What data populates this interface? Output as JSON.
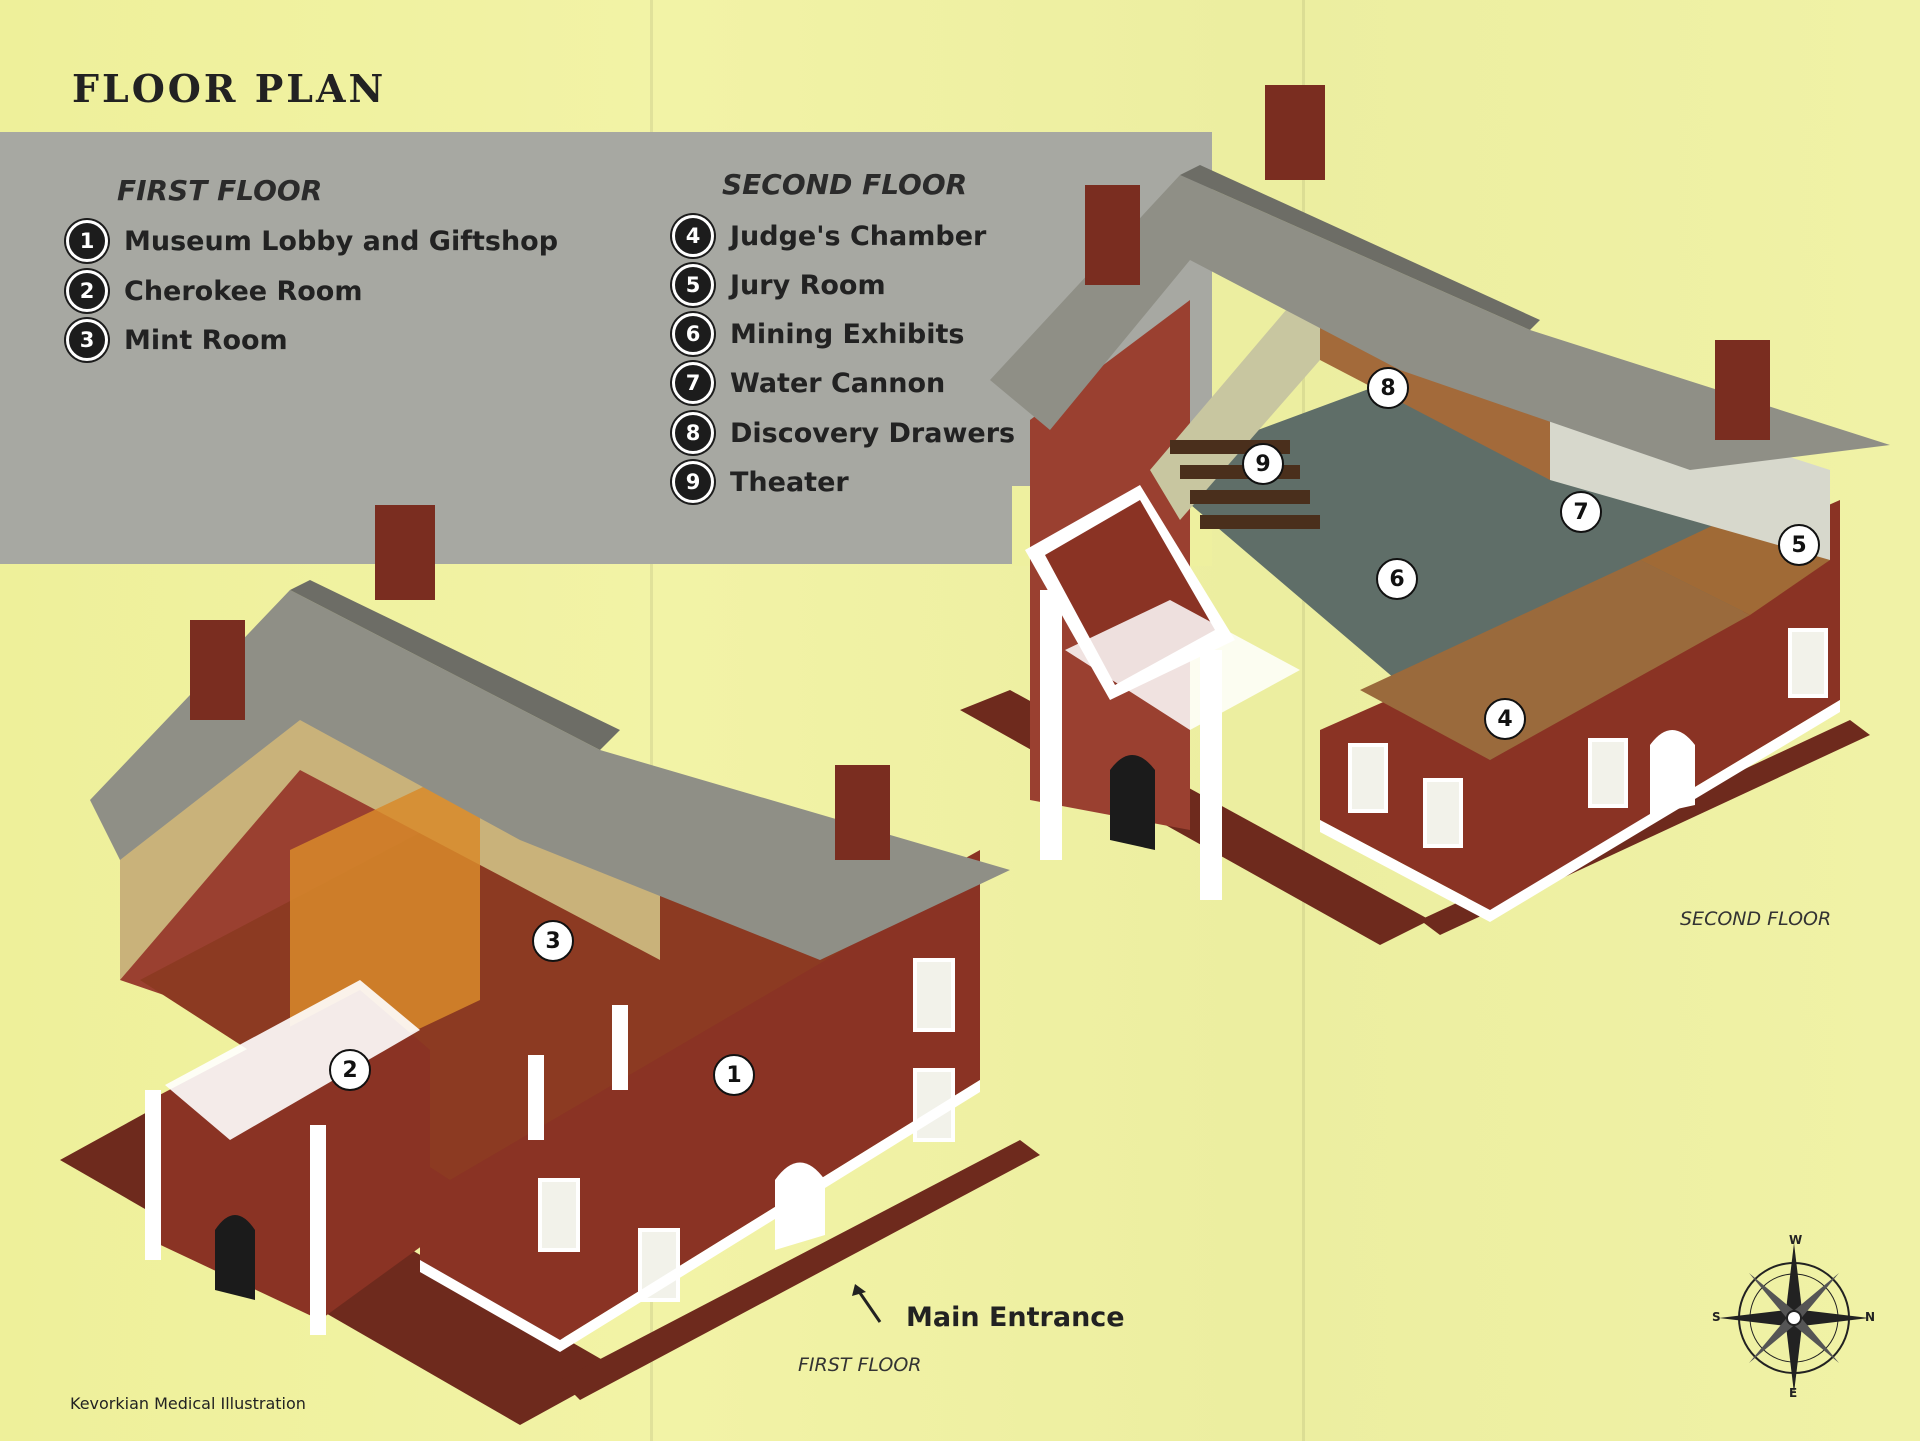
{
  "title": "FLOOR PLAN",
  "first_floor": {
    "heading": "FIRST FLOOR",
    "items": [
      {
        "number": "1",
        "label": "Museum Lobby and Giftshop"
      },
      {
        "number": "2",
        "label": "Cherokee Room"
      },
      {
        "number": "3",
        "label": "Mint Room"
      }
    ]
  },
  "second_floor": {
    "heading": "SECOND FLOOR",
    "items": [
      {
        "number": "4",
        "label": "Judge's Chamber"
      },
      {
        "number": "5",
        "label": "Jury Room"
      },
      {
        "number": "6",
        "label": "Mining Exhibits"
      },
      {
        "number": "7",
        "label": "Water Cannon"
      },
      {
        "number": "8",
        "label": "Discovery Drawers"
      },
      {
        "number": "9",
        "label": "Theater"
      }
    ]
  },
  "captions": {
    "first_floor": "FIRST FLOOR",
    "second_floor": "SECOND FLOOR",
    "main_entrance": "Main Entrance"
  },
  "credit": "Kevorkian Medical Illustration",
  "compass": {
    "north": "N",
    "south": "S",
    "east": "E",
    "west": "W"
  },
  "markers": {
    "first_floor": [
      "1",
      "2",
      "3"
    ],
    "second_floor": [
      "4",
      "5",
      "6",
      "7",
      "8",
      "9"
    ]
  },
  "colors": {
    "background": "#f0f1a0",
    "legend_band": "#a7a8a2",
    "brick": "#8a3324",
    "roof": "#8f8f86",
    "floor_first": "#8c3a22",
    "floor_second": "#5f6e68"
  }
}
